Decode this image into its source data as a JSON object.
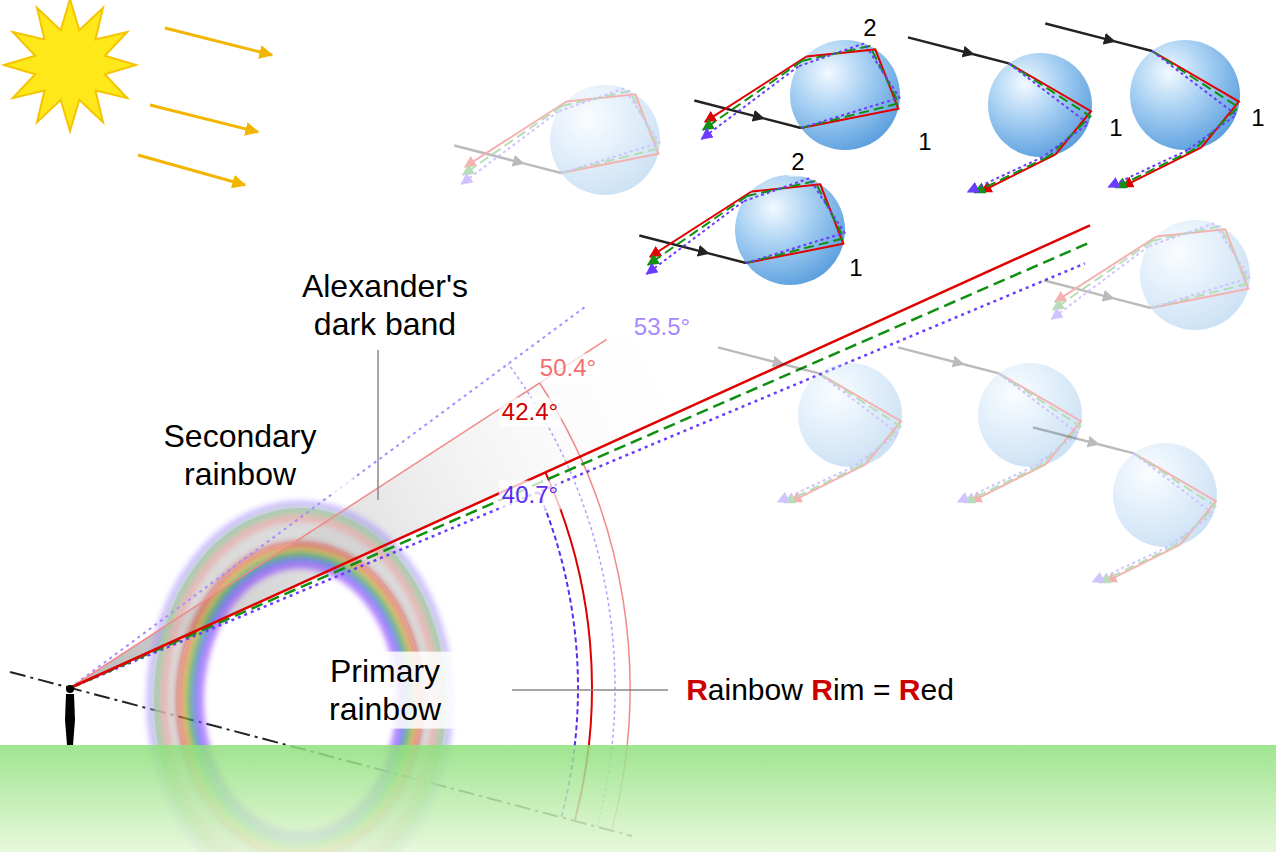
{
  "diagram": {
    "labels": [
      "2",
      "1",
      "1",
      "1",
      "2",
      "1",
      "Alexander's dark band",
      "50.4°",
      "53.5°",
      "42.4°",
      "Secondary rainbow",
      "40.7°",
      "Primary rainbow",
      "Rainbow Rim = Red"
    ]
  }
}
